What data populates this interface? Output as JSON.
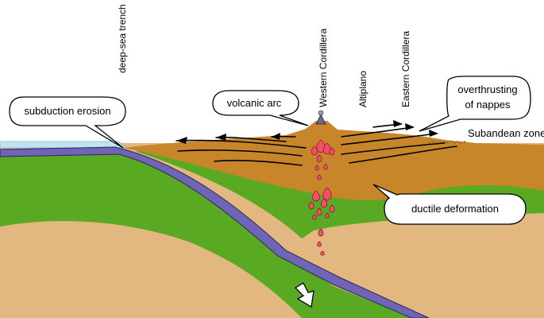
{
  "labels": {
    "trench": "deep-sea trench",
    "western_cordillera": "Western Cordillera",
    "altiplano": "Altiplano",
    "eastern_cordillera": "Eastern Cordillera",
    "subandean": "Subandean zone"
  },
  "callouts": {
    "subduction_erosion": "subduction erosion",
    "volcanic_arc": "volcanic arc",
    "overthrusting_line1": "overthrusting",
    "overthrusting_line2": "of nappes",
    "ductile_deformation": "ductile deformation"
  },
  "colors": {
    "sea": "#bfe3ef",
    "crust": "#c7862a",
    "mantle": "#5aa923",
    "asthenosphere": "#e2b780",
    "slab": "#7065b4",
    "magma": "#f2506a"
  }
}
